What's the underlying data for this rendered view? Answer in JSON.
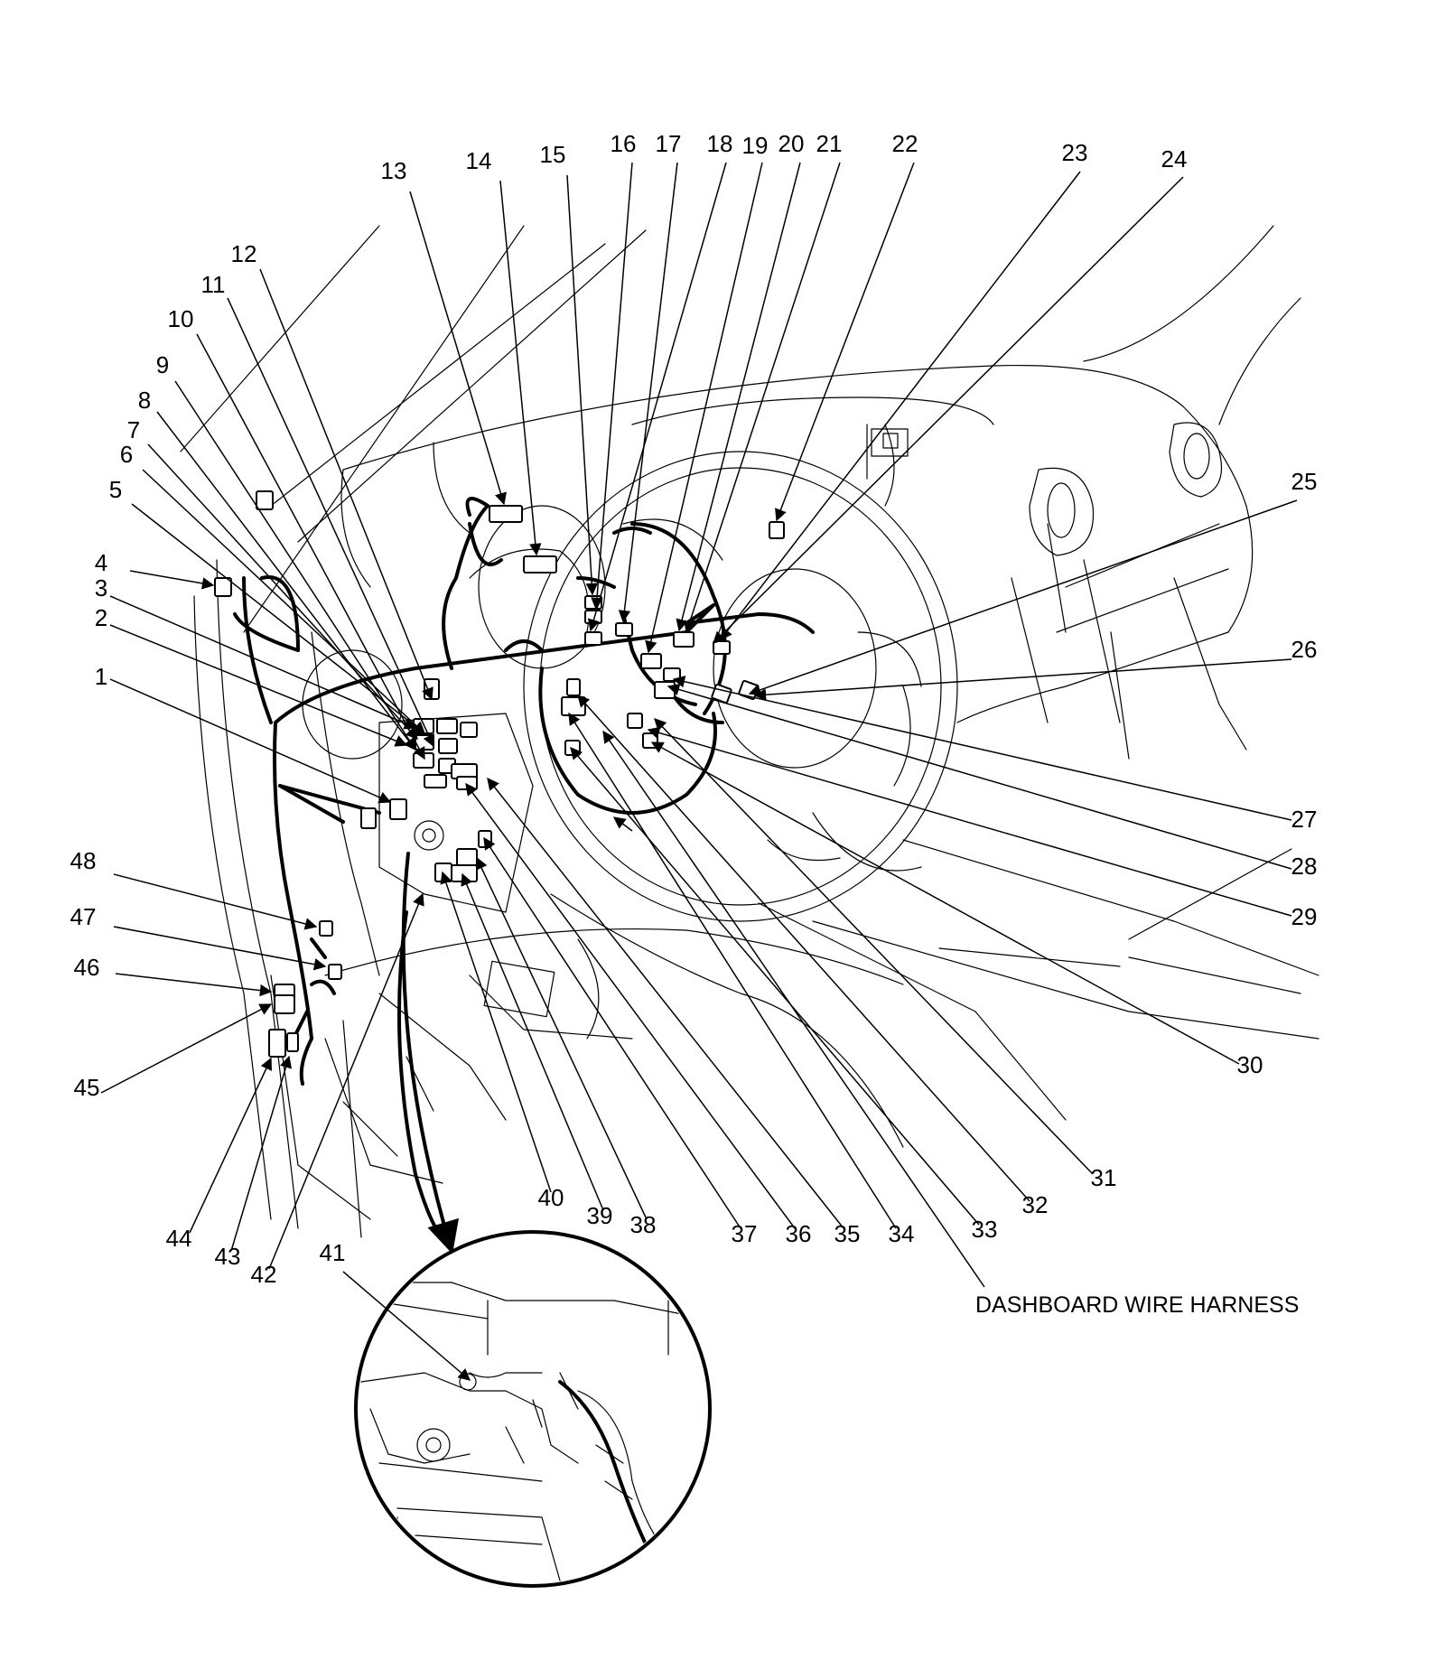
{
  "caption": "DASHBOARD WIRE HARNESS",
  "callouts": [
    {
      "num": "1"
    },
    {
      "num": "2"
    },
    {
      "num": "3"
    },
    {
      "num": "4"
    },
    {
      "num": "5"
    },
    {
      "num": "6"
    },
    {
      "num": "7"
    },
    {
      "num": "8"
    },
    {
      "num": "9"
    },
    {
      "num": "10"
    },
    {
      "num": "11"
    },
    {
      "num": "12"
    },
    {
      "num": "13"
    },
    {
      "num": "14"
    },
    {
      "num": "15"
    },
    {
      "num": "16"
    },
    {
      "num": "17"
    },
    {
      "num": "18"
    },
    {
      "num": "19"
    },
    {
      "num": "20"
    },
    {
      "num": "21"
    },
    {
      "num": "22"
    },
    {
      "num": "23"
    },
    {
      "num": "24"
    },
    {
      "num": "25"
    },
    {
      "num": "26"
    },
    {
      "num": "27"
    },
    {
      "num": "28"
    },
    {
      "num": "29"
    },
    {
      "num": "30"
    },
    {
      "num": "31"
    },
    {
      "num": "32"
    },
    {
      "num": "33"
    },
    {
      "num": "34"
    },
    {
      "num": "35"
    },
    {
      "num": "36"
    },
    {
      "num": "37"
    },
    {
      "num": "38"
    },
    {
      "num": "39"
    },
    {
      "num": "40"
    },
    {
      "num": "41"
    },
    {
      "num": "42"
    },
    {
      "num": "43"
    },
    {
      "num": "44"
    },
    {
      "num": "45"
    },
    {
      "num": "46"
    },
    {
      "num": "47"
    },
    {
      "num": "48"
    }
  ]
}
